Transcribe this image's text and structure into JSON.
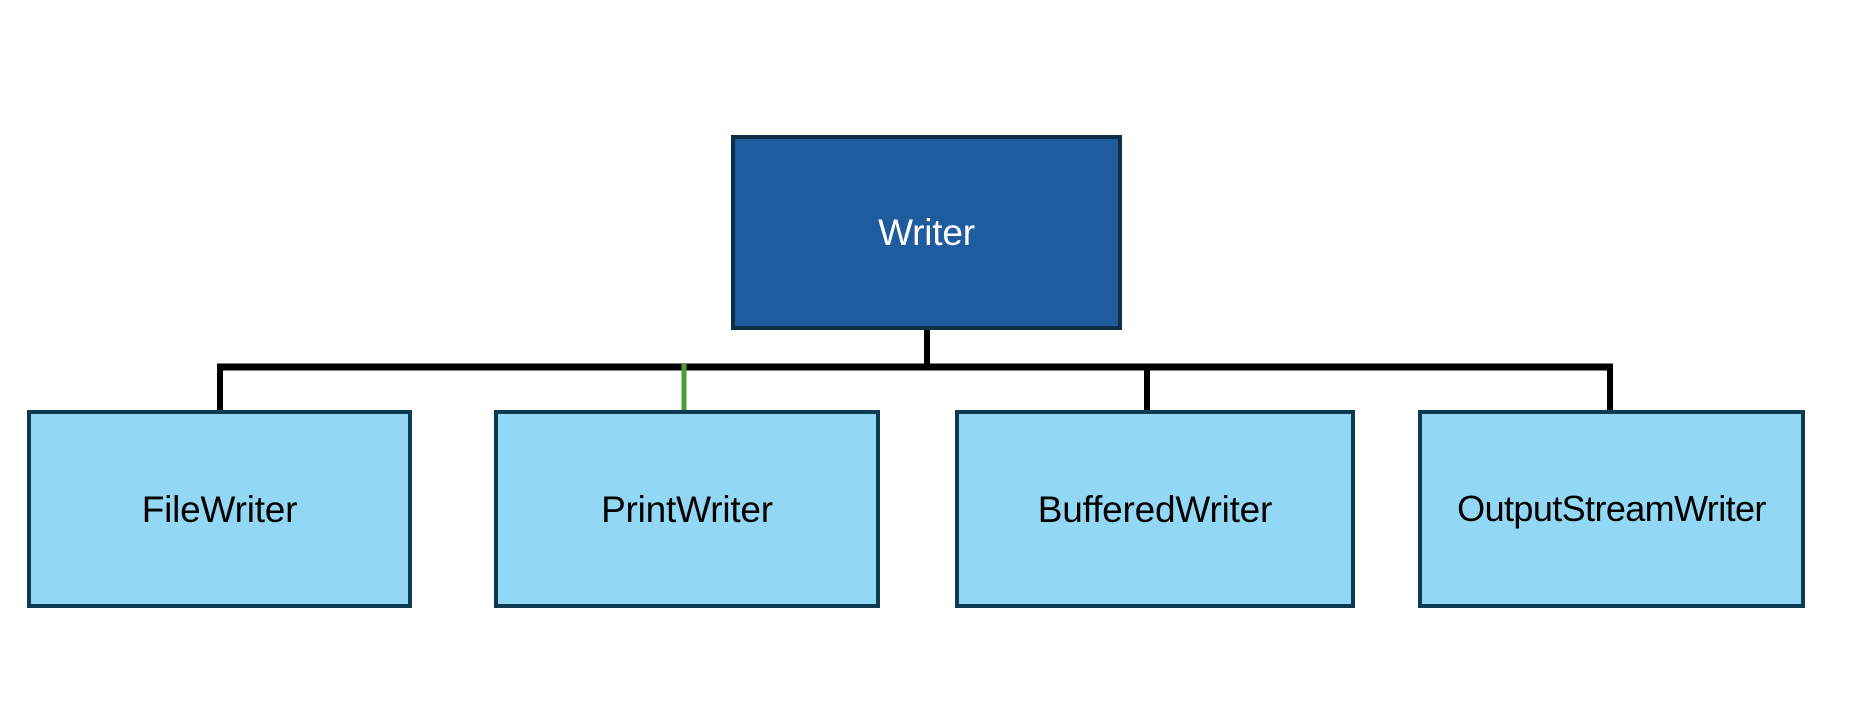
{
  "diagram": {
    "title": "Writer",
    "type": "class-hierarchy-tree",
    "orientation": "top-down",
    "root": {
      "id": "writer",
      "label": "Writer",
      "fill": "#1f5c9e",
      "stroke": "#0d2e44",
      "text_color": "#ffffff"
    },
    "children": [
      {
        "id": "filewriter",
        "label": "FileWriter",
        "fill": "#92d8f5",
        "stroke": "#0d3b52",
        "text_color": "#000000",
        "connector_color": "#000000"
      },
      {
        "id": "printwriter",
        "label": "PrintWriter",
        "fill": "#92d8f5",
        "stroke": "#0d3b52",
        "text_color": "#000000",
        "connector_color": "#4a9e32"
      },
      {
        "id": "bufferedwriter",
        "label": "BufferedWriter",
        "fill": "#92d8f5",
        "stroke": "#0d3b52",
        "text_color": "#000000",
        "connector_color": "#000000"
      },
      {
        "id": "outputstreamwriter",
        "label": "OutputStreamWriter",
        "fill": "#92d8f5",
        "stroke": "#0d3b52",
        "text_color": "#000000",
        "connector_color": "#000000"
      }
    ],
    "edges": [
      {
        "from": "writer",
        "to": "filewriter",
        "color": "#000000"
      },
      {
        "from": "writer",
        "to": "printwriter",
        "color": "#4a9e32"
      },
      {
        "from": "writer",
        "to": "bufferedwriter",
        "color": "#000000"
      },
      {
        "from": "writer",
        "to": "outputstreamwriter",
        "color": "#000000"
      }
    ],
    "background": "#ffffff"
  }
}
